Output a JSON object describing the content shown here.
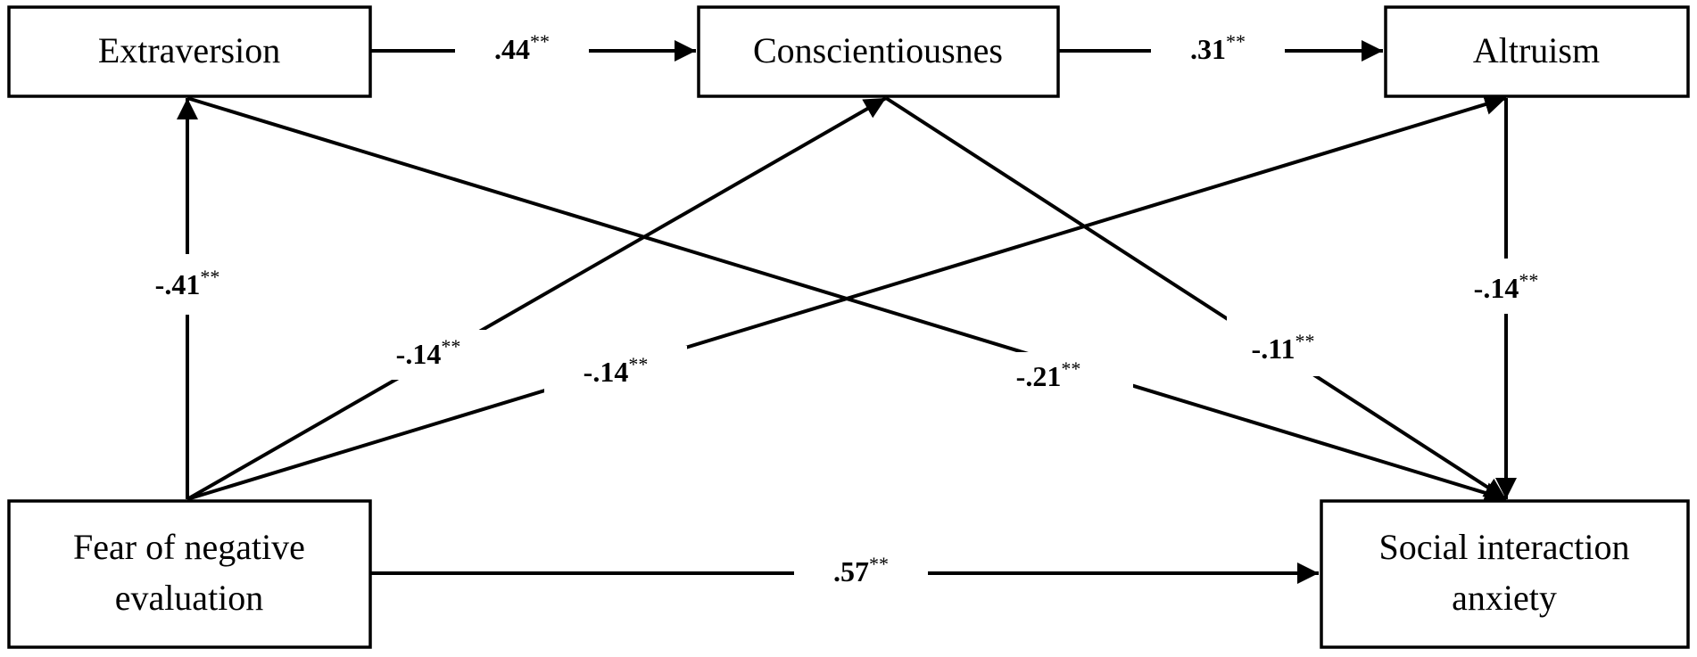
{
  "nodes": {
    "extraversion": {
      "lines": [
        "Extraversion"
      ]
    },
    "conscientiousness": {
      "lines": [
        "Conscientiousnes"
      ]
    },
    "altruism": {
      "lines": [
        "Altruism"
      ]
    },
    "fear": {
      "lines": [
        "Fear of negative",
        "evaluation"
      ]
    },
    "anxiety": {
      "lines": [
        "Social interaction",
        "anxiety"
      ]
    }
  },
  "edges": {
    "extraversion_conscientiousness": {
      "value": ".44",
      "sig": "**"
    },
    "conscientiousness_altruism": {
      "value": ".31",
      "sig": "**"
    },
    "fear_extraversion": {
      "value": "-.41",
      "sig": "**"
    },
    "fear_conscientiousness": {
      "value": "-.14",
      "sig": "**"
    },
    "fear_altruism": {
      "value": "-.14",
      "sig": "**"
    },
    "extraversion_anxiety": {
      "value": "-.21",
      "sig": "**"
    },
    "conscientiousness_anxiety": {
      "value": "-.11",
      "sig": "**"
    },
    "altruism_anxiety": {
      "value": "-.14",
      "sig": "**"
    },
    "fear_anxiety": {
      "value": ".57",
      "sig": "**"
    }
  }
}
